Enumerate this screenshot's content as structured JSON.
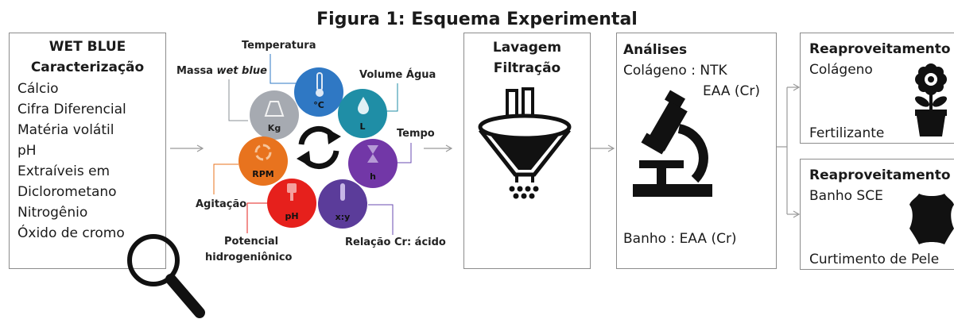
{
  "figure": {
    "title": "Figura 1: Esquema Experimental"
  },
  "wet_blue": {
    "title": "WET BLUE",
    "subtitle": "Caracterização",
    "items": [
      "Cálcio",
      "Cifra Diferencial",
      "Matéria volátil",
      "pH",
      "Extraíveis em",
      "Diclorometano",
      "Nitrogênio",
      "Óxido de cromo"
    ]
  },
  "parameters": {
    "labels": {
      "temperatura": "Temperatura",
      "massa_prefix": "Massa ",
      "massa_italic": "wet blue",
      "volume": "Volume Água",
      "tempo": "Tempo",
      "agitacao": "Agitação",
      "potencial_1": "Potencial",
      "potencial_2": "hidrogeniônico",
      "relacao": "Relação Cr: ácido"
    },
    "circles": [
      {
        "key": "kg",
        "text": "Kg",
        "color": "#a6aab1"
      },
      {
        "key": "c",
        "text": "°C",
        "color": "#2f78c4"
      },
      {
        "key": "l",
        "text": "L",
        "color": "#1f8ea6"
      },
      {
        "key": "h",
        "text": "h",
        "color": "#7237a7"
      },
      {
        "key": "xy",
        "text": "x:y",
        "color": "#5b3c9a"
      },
      {
        "key": "ph",
        "text": "pH",
        "color": "#e6201c"
      },
      {
        "key": "rpm",
        "text": "RPM",
        "color": "#e8731e"
      }
    ]
  },
  "lavagem": {
    "line1": "Lavagem",
    "line2": "Filtração"
  },
  "analises": {
    "title": "Análises",
    "colageno": "Colágeno : NTK",
    "eaa": "EAA (Cr)",
    "banho": "Banho :  EAA (Cr)"
  },
  "reaprov1": {
    "title": "Reaproveitamento",
    "item1": "Colágeno",
    "item2": "Fertilizante"
  },
  "reaprov2": {
    "title": "Reaproveitamento",
    "item1": "Banho SCE",
    "item2": "Curtimento de Pele"
  },
  "icons": [
    "magnifier-icon",
    "cycle-arrows-icon",
    "funnel-icon",
    "microscope-icon",
    "flower-pot-icon",
    "leather-hide-icon"
  ],
  "colors": {
    "arrow_gray": "#9a9a9a",
    "arrow_orange": "#e8731e",
    "arrow_purple": "#6a4bb0",
    "border": "#8c8c8c"
  }
}
